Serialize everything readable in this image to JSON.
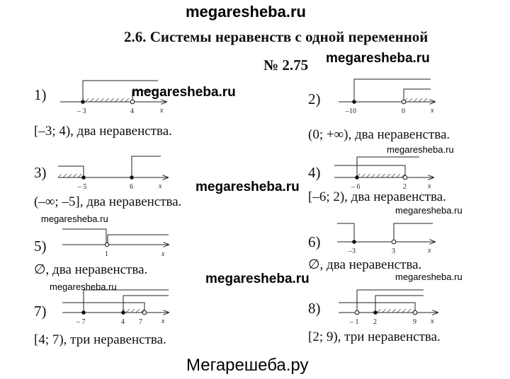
{
  "watermarks": {
    "top": "megaresheba.ru",
    "problem": "megaresheba.ru",
    "item1": "megaresheba.ru",
    "item3_4": "megaresheba.ru",
    "item4": "megaresheba.ru",
    "item5": "megaresheba.ru",
    "item6": "megaresheba.ru",
    "item7": "megaresheba.ru",
    "item6_7": "megaresheba.ru",
    "item8": "megaresheba.ru",
    "footer": "Мегарешеба.ру"
  },
  "heading": "2.6. Системы неравенств с одной переменной",
  "problem": "№ 2.75",
  "var": "x",
  "items": [
    {
      "num": "1)",
      "answer": "[–3; 4), два неравенства.",
      "ticks": [
        "– 3",
        "4"
      ]
    },
    {
      "num": "2)",
      "answer": "(0; +∞), два неравенства.",
      "ticks": [
        "–10",
        "0"
      ]
    },
    {
      "num": "3)",
      "answer": "(–∞; –5], два неравенства.",
      "ticks": [
        "– 5",
        "6"
      ]
    },
    {
      "num": "4)",
      "answer": "[–6; 2), два неравенства.",
      "ticks": [
        "– 6",
        "2"
      ]
    },
    {
      "num": "5)",
      "answer": "∅, два неравенства.",
      "ticks": [
        "1"
      ]
    },
    {
      "num": "6)",
      "answer": "∅, два неравенства.",
      "ticks": [
        "–3",
        "3"
      ]
    },
    {
      "num": "7)",
      "answer": "[4; 7), три неравенства.",
      "ticks": [
        "– 7",
        "4",
        "7"
      ]
    },
    {
      "num": "8)",
      "answer": "[2; 9), три неравенства.",
      "ticks": [
        "– 1",
        "2",
        "9"
      ]
    }
  ]
}
